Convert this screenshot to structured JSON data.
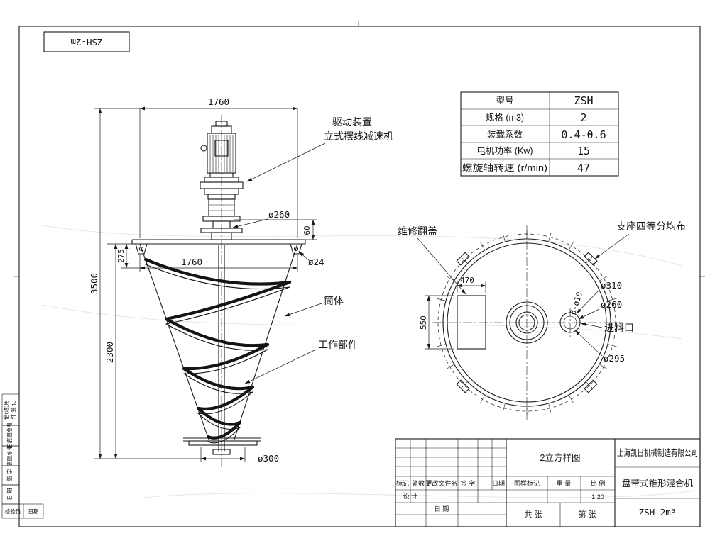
{
  "corner": {
    "code": "ZSH-2m"
  },
  "spec_table": {
    "rows": [
      {
        "label": "型号",
        "value": "ZSH"
      },
      {
        "label": "规格 (m3)",
        "value": "2"
      },
      {
        "label": "装载系数",
        "value": "0.4-0.6"
      },
      {
        "label": "电机功率 (Kw)",
        "value": "15"
      },
      {
        "label": "螺旋轴转速 (r/min)",
        "value": "47"
      }
    ]
  },
  "front_view": {
    "dim_top_width": "1760",
    "dim_flange_width": "1760",
    "dim_total_height": "3500",
    "dim_cone_height": "2300",
    "dim_rim_height": "275",
    "dim_neck_height": "60",
    "dim_neck_dia": "ø260",
    "dim_foot_hole": "ø24",
    "dim_outlet_dia": "ø300",
    "label_drive_line1": "驱动装置",
    "label_drive_line2": "立式摆线减速机",
    "label_body": "筒体",
    "label_working_part": "工作部件"
  },
  "top_view": {
    "label_cover": "维修翻盖",
    "label_support": "支座四等分均布",
    "label_inlet": "进料口",
    "dim_cover_width": "470",
    "dim_cover_height": "550",
    "dim_flange_dia": "ø310",
    "dim_inner_dia": "ø260",
    "dim_bolt_circle": "ø295",
    "dim_bolt_holes": "6-ø10"
  },
  "title_block": {
    "company": "上海凯日机械制造有限公司",
    "product": "盘带式锥形混合机",
    "model": "ZSH-2m³",
    "drawing_title": "2立方样图",
    "mark": "标记",
    "count": "处数",
    "change_file": "更改文件名",
    "sign": "签 字",
    "date": "日期",
    "design": "设 计",
    "date2": "日 期",
    "drawing_mark": "图样标记",
    "weight": "重 量",
    "scale": "比 例",
    "scale_value": "1:20",
    "total_sheets": "共  张",
    "sheet_no": "第  张"
  },
  "side_strip": {
    "borrow1": "借(通)用",
    "borrow2": "件 登 记",
    "old_base_no": "旧底图总号",
    "base_no": "底图总号",
    "sign": "签 字",
    "date": "日 期",
    "inspector": "检验员",
    "inspect_date": "日期"
  }
}
